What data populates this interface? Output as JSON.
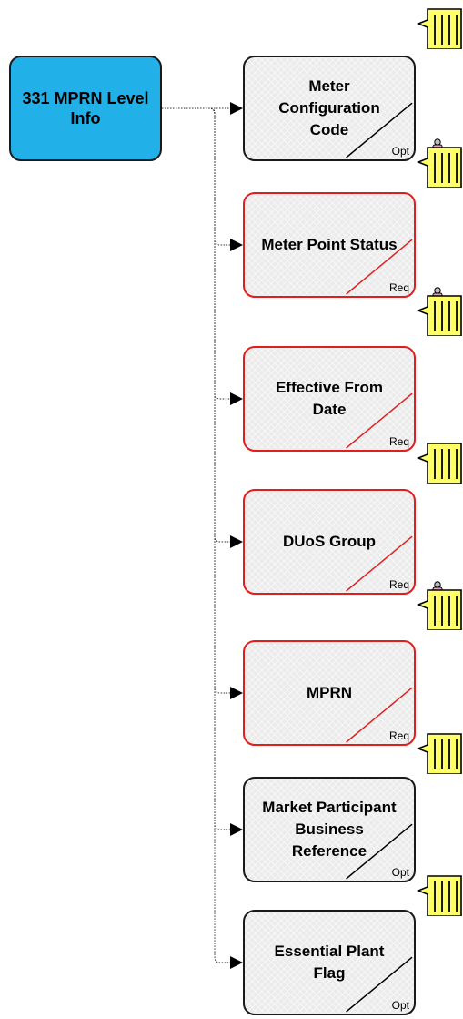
{
  "root": {
    "label": "331 MPRN Level Info"
  },
  "nodes": [
    {
      "label": "Meter\nConfiguration\nCode",
      "tag": "Opt",
      "required": false
    },
    {
      "label": "Meter Point Status",
      "tag": "Req",
      "required": true
    },
    {
      "label": "Effective From\nDate",
      "tag": "Req",
      "required": true
    },
    {
      "label": "DUoS Group",
      "tag": "Req",
      "required": true
    },
    {
      "label": "MPRN",
      "tag": "Req",
      "required": true
    },
    {
      "label": "Market Participant\nBusiness\nReference",
      "tag": "Opt",
      "required": false
    },
    {
      "label": "Essential Plant\nFlag",
      "tag": "Opt",
      "required": false
    }
  ],
  "notes": [
    {
      "icon": "note-icon",
      "has_person": false
    },
    {
      "icon": "note-with-person-icon",
      "has_person": true
    },
    {
      "icon": "note-with-person-icon",
      "has_person": true
    },
    {
      "icon": "note-icon",
      "has_person": false
    },
    {
      "icon": "note-with-person-icon",
      "has_person": true
    },
    {
      "icon": "note-icon",
      "has_person": false
    },
    {
      "icon": "note-icon",
      "has_person": false
    }
  ],
  "colors": {
    "root_fill": "#22b0e8",
    "optional_border": "#1a1a1a",
    "required_border": "#e11d1d",
    "node_fill": "#ebebeb",
    "note_fill": "#ffff66"
  }
}
